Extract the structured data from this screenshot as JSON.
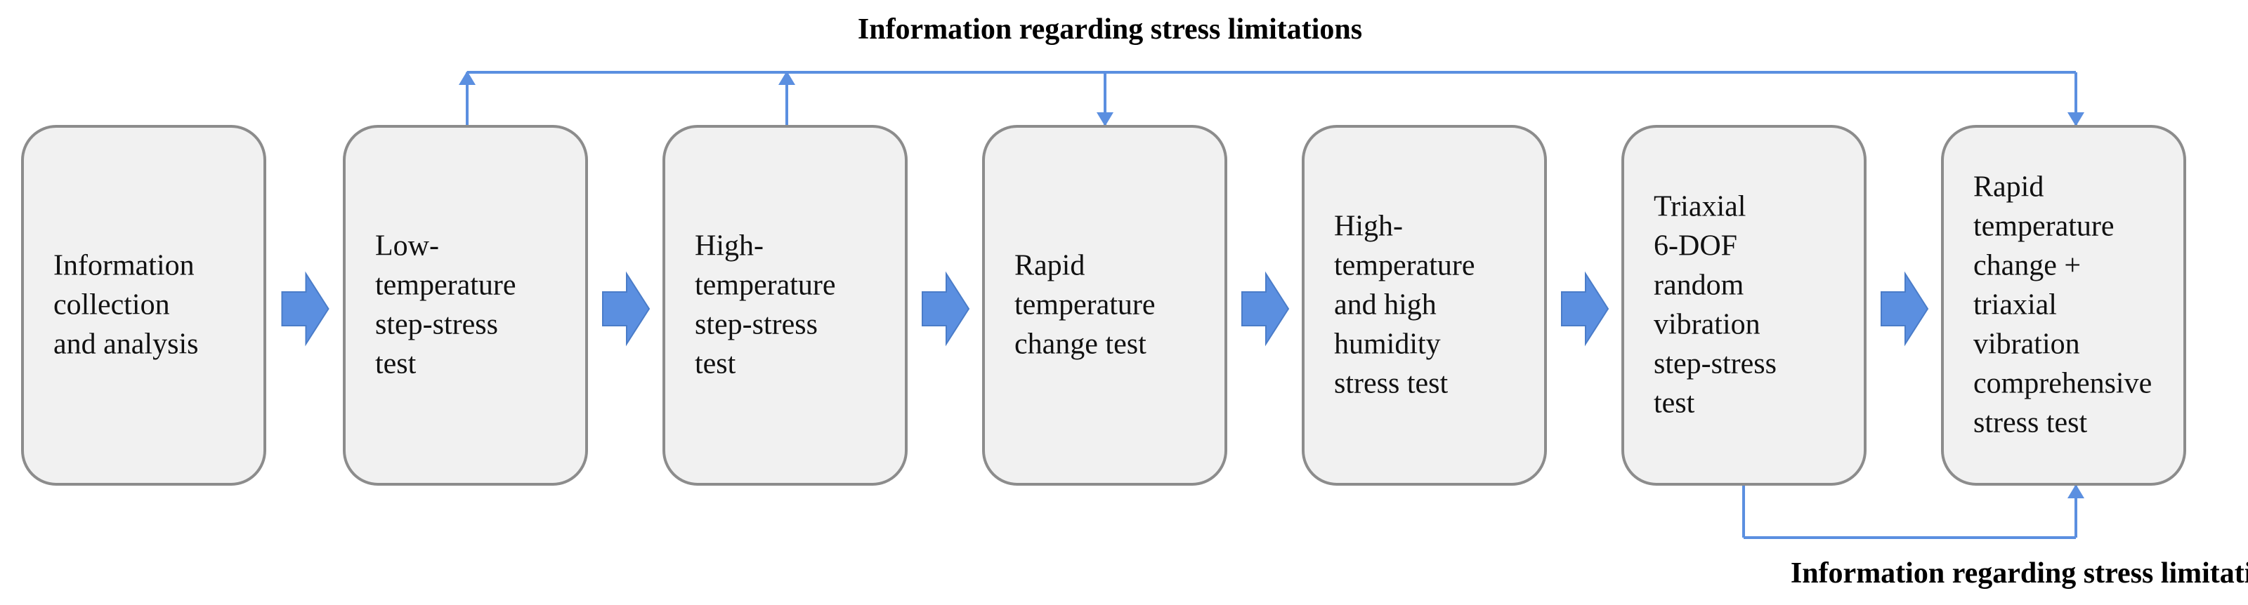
{
  "diagram": {
    "top_label": "Information regarding stress limitations",
    "bottom_label": "Information regarding stress limitations",
    "steps": [
      {
        "lines": [
          "Information",
          "collection",
          "and analysis"
        ]
      },
      {
        "lines": [
          "Low-",
          "temperature",
          "step-stress",
          "test"
        ]
      },
      {
        "lines": [
          "High-",
          "temperature",
          "step-stress",
          "test"
        ]
      },
      {
        "lines": [
          "Rapid",
          "temperature",
          "change test"
        ]
      },
      {
        "lines": [
          "High-",
          "temperature",
          "and high",
          "humidity",
          "stress test"
        ]
      },
      {
        "lines": [
          "Triaxial",
          "6-DOF",
          "random",
          "vibration",
          "step-stress",
          "test"
        ]
      },
      {
        "lines": [
          "Rapid",
          "temperature",
          "change +",
          "triaxial",
          "vibration",
          "comprehensive",
          "stress test"
        ]
      }
    ],
    "colors": {
      "box_fill": "#f1f1f1",
      "box_stroke": "#8c8c8c",
      "arrow": "#5b8fe0",
      "arrow_stroke": "#4a7cc8",
      "feedback_line": "#5b8fe0"
    }
  }
}
